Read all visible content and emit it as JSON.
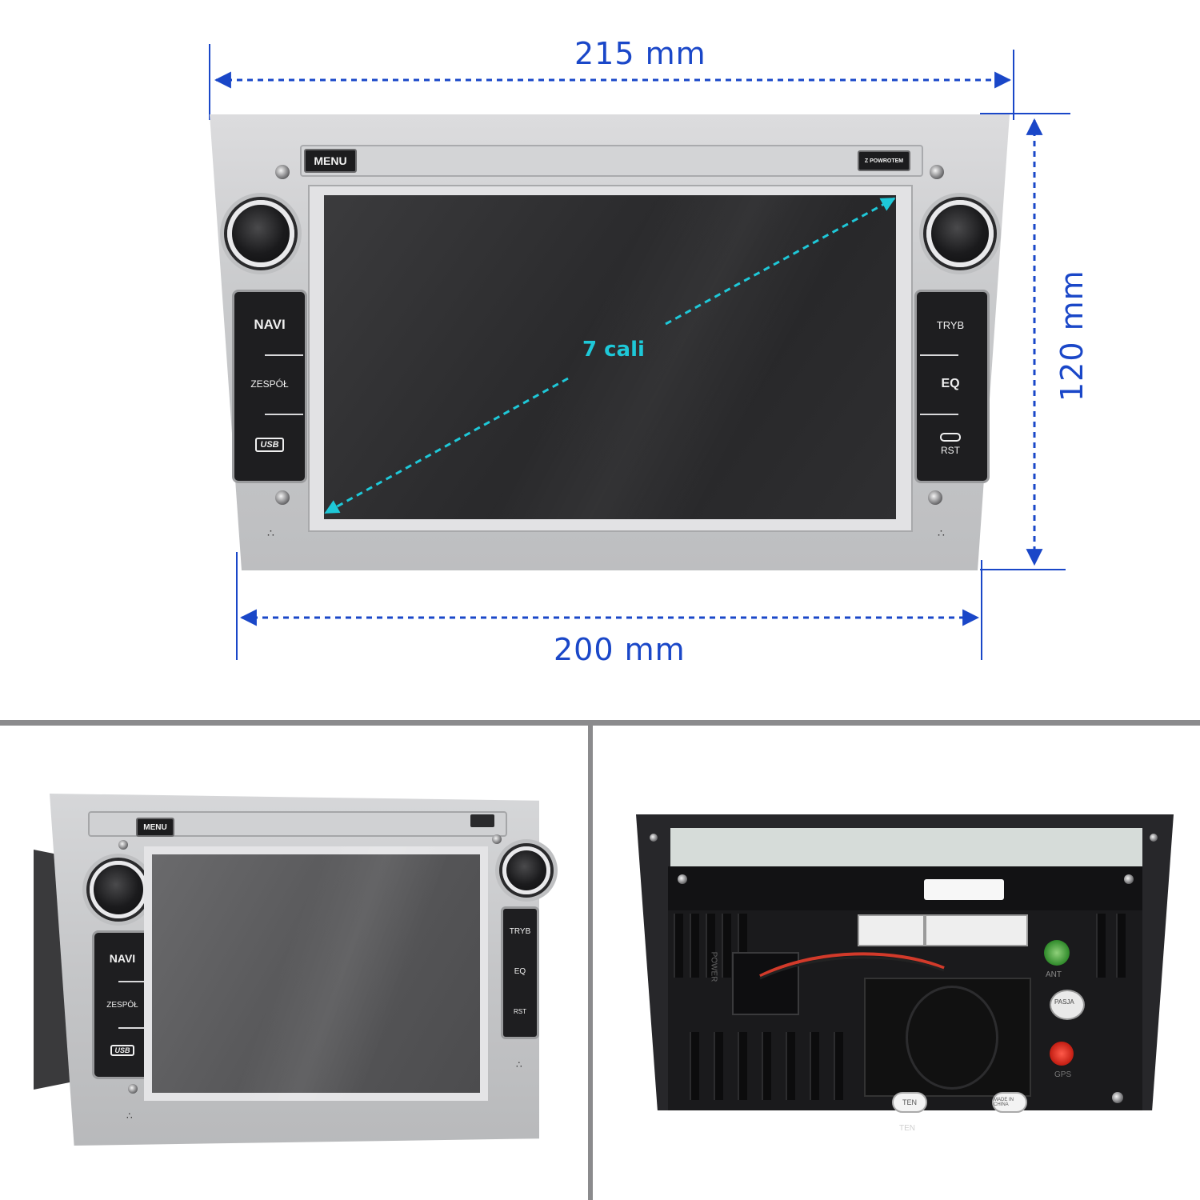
{
  "dimensions": {
    "top_width": "215 mm",
    "bottom_width": "200 mm",
    "height": "120 mm",
    "diagonal": "7 cali"
  },
  "front_unit": {
    "menu_label": "MENU",
    "strip_right_label": "Z POWROTEM",
    "left_buttons": [
      "NAVI",
      "ZESPÓŁ",
      "USB"
    ],
    "right_buttons": [
      "TRYB",
      "EQ",
      "RST"
    ]
  },
  "angled_unit": {
    "menu_label": "MENU",
    "left_buttons": [
      "NAVI",
      "ZESPÓŁ",
      "USB"
    ],
    "right_buttons": [
      "TRYB",
      "EQ",
      "RST"
    ]
  },
  "rear_unit": {
    "port_labels": [
      "POWER",
      "ANT",
      "PASJA",
      "GPS"
    ],
    "pill_labels": [
      "TEN",
      "MADE IN CHINA"
    ],
    "reflection_label": "TEN"
  },
  "colors": {
    "dimension_blue": "#1a47c8",
    "diagonal_cyan": "#1ec8d8",
    "bezel_silver": "#c9cacc",
    "screen_dark": "#2c2c2e"
  }
}
